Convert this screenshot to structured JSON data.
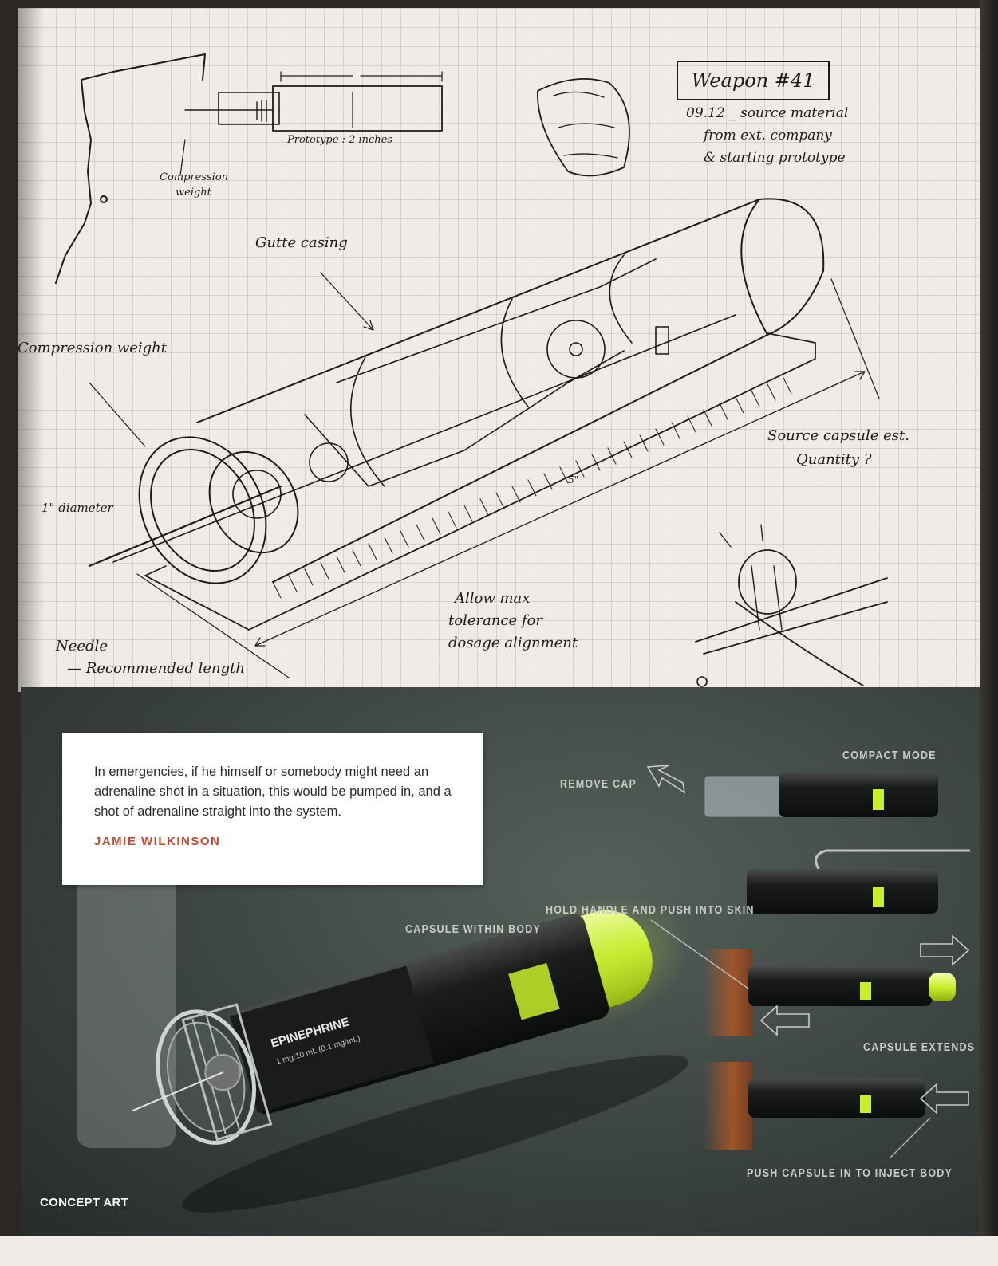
{
  "sketch": {
    "weapon_title": "Weapon #41",
    "date_note": [
      "09.12 _ source material",
      "from ext. company",
      "& starting prototype"
    ],
    "prototype_note": "Prototype : 2 inches",
    "compression_note_small": [
      "Compression",
      "weight"
    ],
    "outer_casing": "Gutte casing",
    "compression_weight": "Compression weight",
    "diameter": "1\" diameter",
    "needle": [
      "Needle",
      "— Recommended length"
    ],
    "dosage": [
      "Allow max",
      "tolerance for",
      "dosage alignment"
    ],
    "source_capsule": [
      "Source capsule est.",
      "Quantity ?"
    ],
    "length_mark": "5\""
  },
  "panel": {
    "quote": "In emergencies, if he himself or somebody might need an adrenaline shot in a situation, this would be pumped in, and a shot of adrenaline straight into the system.",
    "quote_author": "JAMIE WILKINSON",
    "callouts": {
      "compact_mode": "COMPACT MODE",
      "remove_cap": "REMOVE CAP",
      "hold_handle": "HOLD HANDLE AND PUSH INTO SKIN",
      "capsule_within": "CAPSULE WITHIN BODY",
      "capsule_extends": "CAPSULE EXTENDS",
      "push_capsule": "PUSH CAPSULE IN TO INJECT BODY"
    },
    "device_label": "EPINEPHRINE",
    "device_dose": "1 mg/10 mL (0.1 mg/mL)",
    "section": "CONCEPT ART"
  },
  "colors": {
    "accent_red": "#c8492a",
    "capsule_green": "#c9ee2a",
    "ink": "#1d1b19"
  }
}
